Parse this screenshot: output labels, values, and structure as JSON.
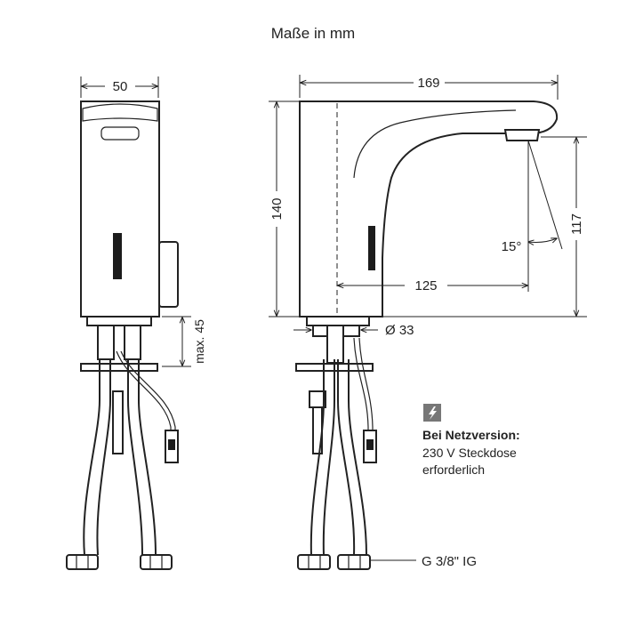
{
  "title": "Maße in mm",
  "front_view": {
    "width_label": "50",
    "max_label": "max. 45"
  },
  "side_view": {
    "length_label": "169",
    "height_label": "140",
    "spout_height_label": "117",
    "reach_label": "125",
    "angle_label": "15°",
    "diameter_label": "Ø 33"
  },
  "note": {
    "icon": "lightning-bolt-icon",
    "heading": "Bei Netzversion:",
    "line1": "230 V Steckdose",
    "line2": "erforderlich"
  },
  "connection_label": "G 3/8\" IG",
  "colors": {
    "line": "#222222",
    "icon_bg": "#777777"
  }
}
